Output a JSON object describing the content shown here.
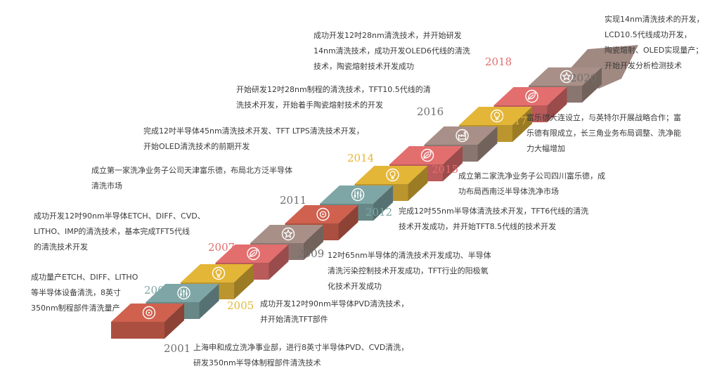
{
  "palette": {
    "red": "#D0614F",
    "teal": "#7FA6A6",
    "yellow": "#E4B637",
    "pink": "#E36E6E",
    "taupe": "#A89088",
    "year_gray": "#6f6f6f"
  },
  "milestones": [
    {
      "year": "2001",
      "step_color": "red",
      "icon": "disc-icon",
      "year_color": "year_gray",
      "lines": [
        "上海申和成立洗净事业部，进行8英寸半导体PVD、CVD清洗，",
        "研发350nm半导体制程部件清洗技术"
      ]
    },
    {
      "year": "2003",
      "step_color": "teal",
      "icon": "sliders-icon",
      "year_color": "teal",
      "lines": [
        "成功量产ETCH、DIFF、LITHO",
        "等半导体设备清洗，8英寸",
        "350nm制程部件清洗量产"
      ]
    },
    {
      "year": "2005",
      "step_color": "yellow",
      "icon": "lightbulb-icon",
      "year_color": "yellow",
      "lines": [
        "成功开发12吋90nm半导体PVD清洗技术，",
        "并开始清洗TFT部件"
      ]
    },
    {
      "year": "2007",
      "step_color": "pink",
      "icon": "leaf-icon",
      "year_color": "pink",
      "lines": [
        "成功开发12吋90nm半导体ETCH、DIFF、CVD、",
        "LITHO、IMP的清洗技术，基本完成TFT5代线",
        "的清洗技术开发"
      ]
    },
    {
      "year": "2009",
      "step_color": "taupe",
      "icon": "star-icon",
      "year_color": "year_gray",
      "lines": [
        "12吋65nm半导体的清洗技术开发成功、半导体",
        "清洗污染控制技术开发成功，TFT行业的阳极氧",
        "化技术开发成功"
      ]
    },
    {
      "year": "2011",
      "step_color": "red",
      "icon": "disc-icon",
      "year_color": "year_gray",
      "lines": [
        "成立第一家洗净业务子公司天津富乐德，布局北方泛半导体",
        "清洗市场"
      ]
    },
    {
      "year": "2012",
      "step_color": "teal",
      "icon": "sliders-icon",
      "year_color": "teal",
      "lines": [
        "完成12吋55nm半导体清洗技术开发，TFT6代线的清洗",
        "技术开发成功，并开始TFT8.5代线的技术开发"
      ]
    },
    {
      "year": "2014",
      "step_color": "yellow",
      "icon": "lightbulb-icon",
      "year_color": "yellow",
      "lines": [
        "完成12吋半导体45nm清洗技术开发、TFT LTPS清洗技术开发，",
        "开始OLED清洗技术的前期开发"
      ]
    },
    {
      "year": "2015",
      "step_color": "pink",
      "icon": "leaf-icon",
      "year_color": "pink",
      "lines": [
        "成立第二家洗净业务子公司四川富乐德，成",
        "功布局西南泛半导体洗净市场"
      ]
    },
    {
      "year": "2016",
      "step_color": "taupe",
      "icon": "factory-icon",
      "year_color": "year_gray",
      "lines": [
        "开始研发12吋28nm制程的清洗技术，TFT10.5代线的清",
        "洗技术开发，开始着手陶瓷熔射技术的开发"
      ]
    },
    {
      "year": "2017",
      "step_color": "yellow",
      "icon": "lightbulb-icon",
      "year_color": "yellow",
      "lines": [
        "富乐德大连设立，与英特尔开展战略合作；富",
        "乐德有限成立，长三角业务布局调整、洗净能",
        "力大幅增加"
      ]
    },
    {
      "year": "2018",
      "step_color": "pink",
      "icon": "leaf-icon",
      "year_color": "pink",
      "lines": [
        "成功开发12吋28nm清洗技术，并开始研发",
        "14nm清洗技术，成功开发OLED6代线的清洗",
        "技术，陶瓷熔射技术开发成功"
      ]
    },
    {
      "year": "2020",
      "step_color": "taupe",
      "icon": "star-icon",
      "year_color": "year_gray",
      "lines": [
        "实现14nm清洗技术的开发，",
        "LCD10.5代线成功开发，",
        "陶瓷熔射、OLED实现量产；",
        "开始开发分析检测技术"
      ]
    }
  ]
}
